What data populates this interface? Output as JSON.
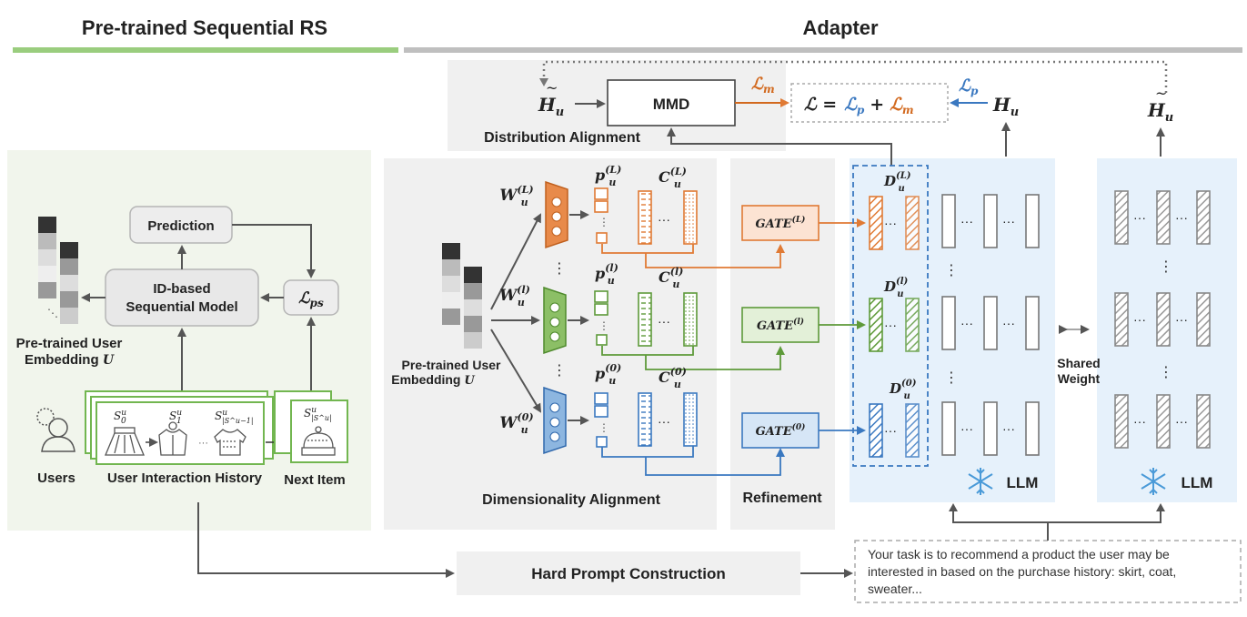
{
  "sections": {
    "left_title": "Pre-trained Sequential RS",
    "right_title": "Adapter"
  },
  "left": {
    "prediction": "Prediction",
    "model_line1": "ID-based",
    "model_line2": "Sequential Model",
    "loss_ps_main": "ℒ",
    "loss_ps_sub": "ps",
    "embedding_line1": "Pre-trained  User",
    "embedding_line2": "Embedding ",
    "embedding_var": "U",
    "users": "Users",
    "history": "User Interaction History",
    "next_item": "Next Item",
    "seq_labels": [
      "S",
      "S",
      "S",
      "S"
    ],
    "seq_sup": [
      "u",
      "u",
      "u",
      "u"
    ],
    "seq_sub": [
      "0",
      "1",
      "|S^u−1|",
      "|S^u|"
    ],
    "ellipsis": "···"
  },
  "top": {
    "h_tilde": "H",
    "h_sub": "u",
    "mmd": "MMD",
    "loss_m_main": "ℒ",
    "loss_m_sub": "m",
    "loss_total": "ℒ =",
    "loss_p_main": "ℒ",
    "loss_p_sub": "p",
    "plus": "+",
    "distribution_alignment": "Distribution Alignment"
  },
  "middle": {
    "embedding_line1": "Pre-trained User",
    "embedding_line2": "Embedding ",
    "embedding_var": "U",
    "dimensionality_alignment": "Dimensionality Alignment",
    "refinement": "Refinement",
    "W": "W",
    "p": "p",
    "C": "C",
    "D": "D",
    "u": "u",
    "layers": [
      {
        "sup": "(L)",
        "gate": "GATE",
        "gate_sup": "(L)",
        "color": "#E07A34",
        "fill": "#FCE3D3"
      },
      {
        "sup": "(l)",
        "gate": "GATE",
        "gate_sup": "(l)",
        "color": "#5E9A3A",
        "fill": "#E3F0D8"
      },
      {
        "sup": "(0)",
        "gate": "GATE",
        "gate_sup": "(0)",
        "color": "#3A78C0",
        "fill": "#D6E6F6"
      }
    ]
  },
  "right": {
    "llm": "LLM",
    "shared_line1": "Shared",
    "shared_line2": "Weight",
    "dots": "⋮",
    "hdots": "···"
  },
  "bottom": {
    "hard_prompt": "Hard Prompt Construction",
    "prompt_line1": "Your task is to recommend a product the user may be",
    "prompt_line2": "interested in based on the purchase history:  skirt, coat,",
    "prompt_line3": "sweater..."
  },
  "colors": {
    "orange": "#E07A34",
    "green": "#5E9A3A",
    "blue": "#3A78C0",
    "loss_blue": "#3A78C0",
    "loss_orange": "#D2691E",
    "left_bar": "#9ACD7E",
    "right_bar": "#BFBFBF"
  }
}
